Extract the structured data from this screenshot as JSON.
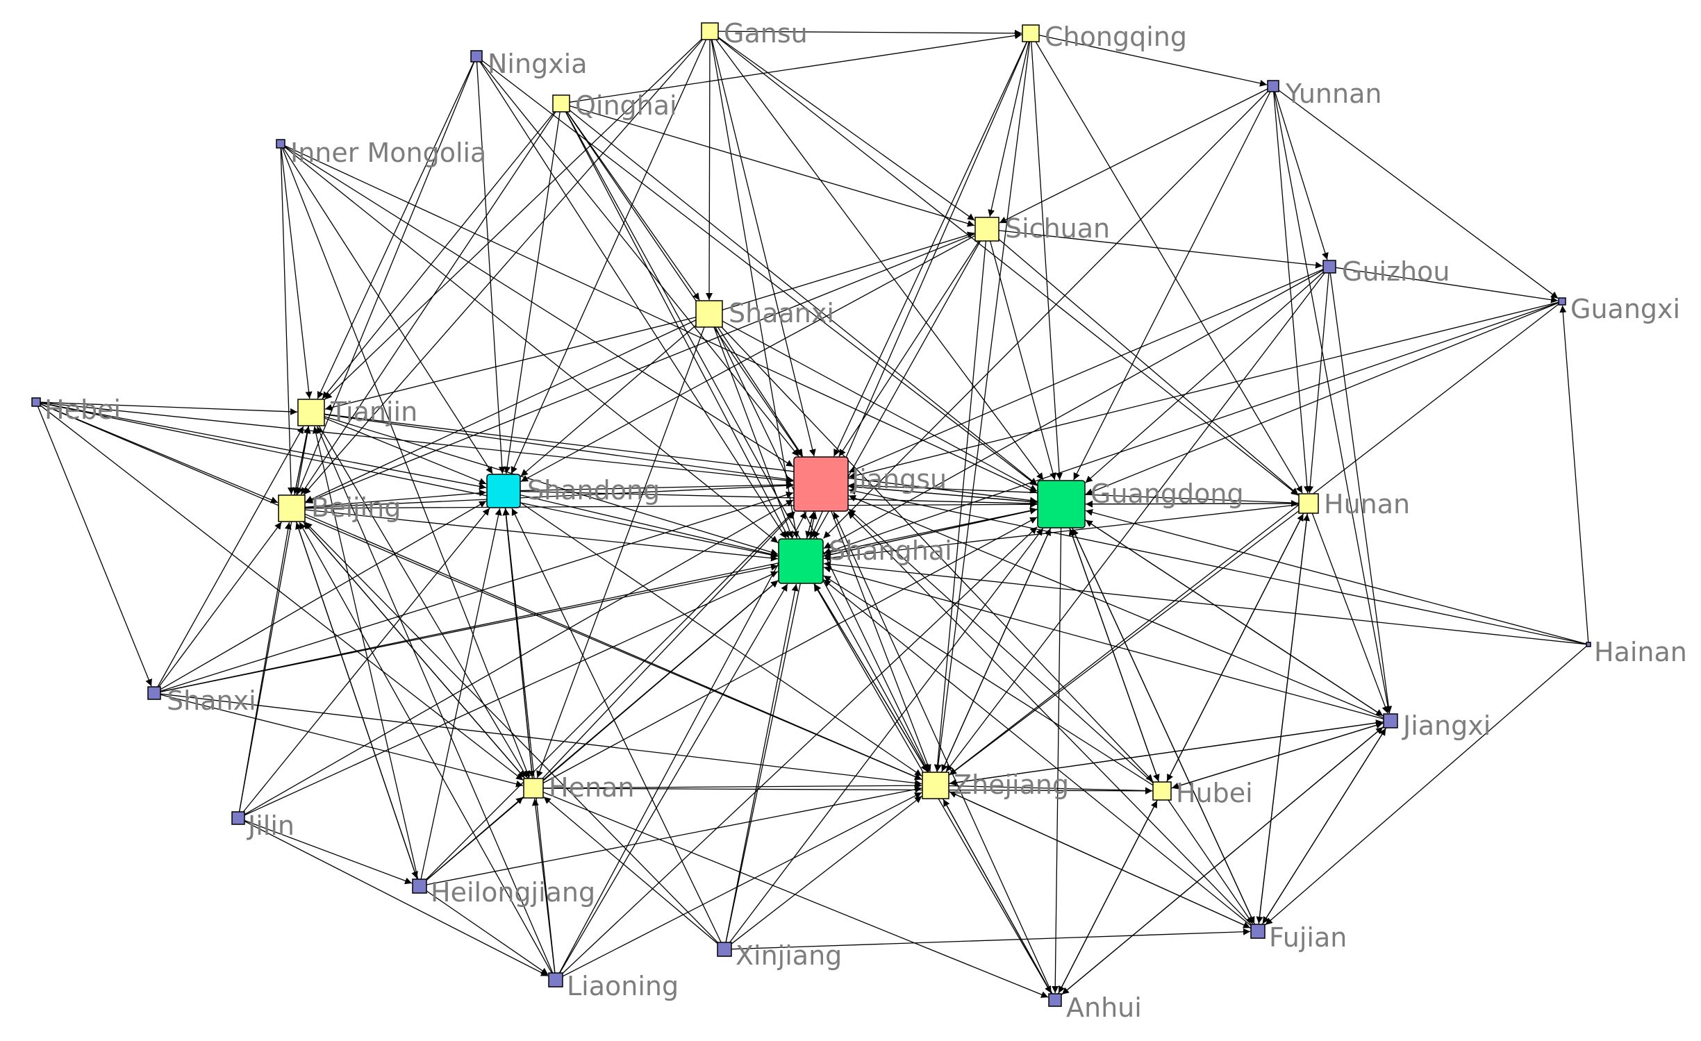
{
  "network": {
    "colors": {
      "edge": "#000000",
      "label": "#7d7d7d",
      "default_node": "#7b7bc8",
      "high": "#ff8080",
      "mid_high": "#00e676",
      "mid": "#00e5ee",
      "low": "#ffff99"
    },
    "nodes": [
      {
        "id": "jiangsu",
        "label": "Jiangsu",
        "tier": "high"
      },
      {
        "id": "guangdong",
        "label": "Guangdong",
        "tier": "mid_high"
      },
      {
        "id": "shanghai",
        "label": "Shanghai",
        "tier": "mid_high"
      },
      {
        "id": "shandong",
        "label": "Shandong",
        "tier": "mid"
      },
      {
        "id": "tianjin",
        "label": "Tianjin",
        "tier": "low"
      },
      {
        "id": "beijing",
        "label": "Beijing",
        "tier": "low"
      },
      {
        "id": "zhejiang",
        "label": "Zhejiang",
        "tier": "low"
      },
      {
        "id": "shaanxi",
        "label": "Shaanxi",
        "tier": "low"
      },
      {
        "id": "sichuan",
        "label": "Sichuan",
        "tier": "low"
      },
      {
        "id": "gansu",
        "label": "Gansu",
        "tier": "low"
      },
      {
        "id": "chongqing",
        "label": "Chongqing",
        "tier": "low"
      },
      {
        "id": "qinghai",
        "label": "Qinghai",
        "tier": "low"
      },
      {
        "id": "hunan",
        "label": "Hunan",
        "tier": "low"
      },
      {
        "id": "henan",
        "label": "Henan",
        "tier": "low"
      },
      {
        "id": "hubei",
        "label": "Hubei",
        "tier": "low"
      },
      {
        "id": "ningxia",
        "label": "Ningxia",
        "tier": "default"
      },
      {
        "id": "yunnan",
        "label": "Yunnan",
        "tier": "default"
      },
      {
        "id": "innermongolia",
        "label": "Inner Mongolia",
        "tier": "default"
      },
      {
        "id": "guizhou",
        "label": "Guizhou",
        "tier": "default"
      },
      {
        "id": "guangxi",
        "label": "Guangxi",
        "tier": "default"
      },
      {
        "id": "hebei",
        "label": "Hebei",
        "tier": "default"
      },
      {
        "id": "hainan",
        "label": "Hainan",
        "tier": "default"
      },
      {
        "id": "shanxi",
        "label": "Shanxi",
        "tier": "default"
      },
      {
        "id": "jiangxi",
        "label": "Jiangxi",
        "tier": "default"
      },
      {
        "id": "jilin",
        "label": "Jilin",
        "tier": "default"
      },
      {
        "id": "heilongjiang",
        "label": "Heilongjiang",
        "tier": "default"
      },
      {
        "id": "liaoning",
        "label": "Liaoning",
        "tier": "default"
      },
      {
        "id": "xinjiang",
        "label": "Xinjiang",
        "tier": "default"
      },
      {
        "id": "fujian",
        "label": "Fujian",
        "tier": "default"
      },
      {
        "id": "anhui",
        "label": "Anhui",
        "tier": "default"
      }
    ],
    "edges": [
      [
        "ningxia",
        "tianjin"
      ],
      [
        "ningxia",
        "beijing"
      ],
      [
        "ningxia",
        "shandong"
      ],
      [
        "ningxia",
        "jiangsu"
      ],
      [
        "ningxia",
        "shanghai"
      ],
      [
        "ningxia",
        "guangdong"
      ],
      [
        "qinghai",
        "tianjin"
      ],
      [
        "qinghai",
        "beijing"
      ],
      [
        "qinghai",
        "shandong"
      ],
      [
        "qinghai",
        "shaanxi"
      ],
      [
        "qinghai",
        "jiangsu"
      ],
      [
        "qinghai",
        "shanghai"
      ],
      [
        "qinghai",
        "guangdong"
      ],
      [
        "qinghai",
        "sichuan"
      ],
      [
        "qinghai",
        "zhejiang"
      ],
      [
        "gansu",
        "chongqing"
      ],
      [
        "gansu",
        "shaanxi"
      ],
      [
        "gansu",
        "shandong"
      ],
      [
        "gansu",
        "jiangsu"
      ],
      [
        "gansu",
        "shanghai"
      ],
      [
        "gansu",
        "guangdong"
      ],
      [
        "gansu",
        "sichuan"
      ],
      [
        "gansu",
        "tianjin"
      ],
      [
        "gansu",
        "beijing"
      ],
      [
        "gansu",
        "hunan"
      ],
      [
        "chongqing",
        "sichuan"
      ],
      [
        "chongqing",
        "jiangsu"
      ],
      [
        "chongqing",
        "shanghai"
      ],
      [
        "chongqing",
        "guangdong"
      ],
      [
        "chongqing",
        "hunan"
      ],
      [
        "chongqing",
        "zhejiang"
      ],
      [
        "chongqing",
        "yunnan"
      ],
      [
        "qinghai",
        "chongqing"
      ],
      [
        "yunnan",
        "sichuan"
      ],
      [
        "yunnan",
        "guizhou"
      ],
      [
        "yunnan",
        "guangdong"
      ],
      [
        "yunnan",
        "shanghai"
      ],
      [
        "yunnan",
        "hunan"
      ],
      [
        "yunnan",
        "guangxi"
      ],
      [
        "yunnan",
        "jiangxi"
      ],
      [
        "innermongolia",
        "tianjin"
      ],
      [
        "innermongolia",
        "beijing"
      ],
      [
        "innermongolia",
        "shandong"
      ],
      [
        "innermongolia",
        "jiangsu"
      ],
      [
        "innermongolia",
        "shanghai"
      ],
      [
        "innermongolia",
        "henan"
      ],
      [
        "innermongolia",
        "guangdong"
      ],
      [
        "sichuan",
        "jiangsu"
      ],
      [
        "sichuan",
        "shanghai"
      ],
      [
        "sichuan",
        "guangdong"
      ],
      [
        "sichuan",
        "zhejiang"
      ],
      [
        "sichuan",
        "hunan"
      ],
      [
        "sichuan",
        "guizhou"
      ],
      [
        "sichuan",
        "shandong"
      ],
      [
        "sichuan",
        "beijing"
      ],
      [
        "guizhou",
        "guangdong"
      ],
      [
        "guizhou",
        "shanghai"
      ],
      [
        "guizhou",
        "jiangsu"
      ],
      [
        "guizhou",
        "hunan"
      ],
      [
        "guizhou",
        "guangxi"
      ],
      [
        "guizhou",
        "zhejiang"
      ],
      [
        "guizhou",
        "jiangxi"
      ],
      [
        "shaanxi",
        "jiangsu"
      ],
      [
        "shaanxi",
        "shanghai"
      ],
      [
        "shaanxi",
        "guangdong"
      ],
      [
        "shaanxi",
        "zhejiang"
      ],
      [
        "shaanxi",
        "beijing"
      ],
      [
        "shaanxi",
        "tianjin"
      ],
      [
        "shaanxi",
        "shandong"
      ],
      [
        "shaanxi",
        "henan"
      ],
      [
        "shaanxi",
        "hubei"
      ],
      [
        "shaanxi",
        "sichuan"
      ],
      [
        "hebei",
        "tianjin"
      ],
      [
        "hebei",
        "beijing"
      ],
      [
        "hebei",
        "shandong"
      ],
      [
        "hebei",
        "jiangsu"
      ],
      [
        "hebei",
        "shanxi"
      ],
      [
        "hebei",
        "shanghai"
      ],
      [
        "hebei",
        "henan"
      ],
      [
        "hebei",
        "zhejiang"
      ],
      [
        "tianjin",
        "jiangsu"
      ],
      [
        "tianjin",
        "shanghai"
      ],
      [
        "tianjin",
        "shandong"
      ],
      [
        "tianjin",
        "beijing"
      ],
      [
        "tianjin",
        "guangdong"
      ],
      [
        "tianjin",
        "henan"
      ],
      [
        "beijing",
        "tianjin"
      ],
      [
        "beijing",
        "shandong"
      ],
      [
        "beijing",
        "jiangsu"
      ],
      [
        "beijing",
        "shanghai"
      ],
      [
        "beijing",
        "guangdong"
      ],
      [
        "beijing",
        "henan"
      ],
      [
        "beijing",
        "heilongjiang"
      ],
      [
        "beijing",
        "zhejiang"
      ],
      [
        "shandong",
        "jiangsu"
      ],
      [
        "shandong",
        "shanghai"
      ],
      [
        "shandong",
        "guangdong"
      ],
      [
        "shandong",
        "henan"
      ],
      [
        "shandong",
        "zhejiang"
      ],
      [
        "jiangsu",
        "shanghai"
      ],
      [
        "jiangsu",
        "guangdong"
      ],
      [
        "jiangsu",
        "zhejiang"
      ],
      [
        "guangdong",
        "jiangsu"
      ],
      [
        "shanghai",
        "jiangsu"
      ],
      [
        "shanghai",
        "guangdong"
      ],
      [
        "guangdong",
        "shanghai"
      ],
      [
        "shanghai",
        "zhejiang"
      ],
      [
        "zhejiang",
        "shanghai"
      ],
      [
        "guangdong",
        "hunan"
      ],
      [
        "guangdong",
        "zhejiang"
      ],
      [
        "guangdong",
        "hubei"
      ],
      [
        "guangdong",
        "fujian"
      ],
      [
        "guangdong",
        "anhui"
      ],
      [
        "guangdong",
        "jiangxi"
      ],
      [
        "guangxi",
        "guangdong"
      ],
      [
        "guangxi",
        "shanghai"
      ],
      [
        "guangxi",
        "jiangsu"
      ],
      [
        "guangxi",
        "zhejiang"
      ],
      [
        "hunan",
        "guangdong"
      ],
      [
        "hunan",
        "shanghai"
      ],
      [
        "hunan",
        "jiangsu"
      ],
      [
        "hunan",
        "hubei"
      ],
      [
        "hunan",
        "zhejiang"
      ],
      [
        "hunan",
        "fujian"
      ],
      [
        "hunan",
        "jiangxi"
      ],
      [
        "hainan",
        "guangdong"
      ],
      [
        "hainan",
        "shanghai"
      ],
      [
        "hainan",
        "guangxi"
      ],
      [
        "hainan",
        "jiangsu"
      ],
      [
        "hainan",
        "fujian"
      ],
      [
        "jiangxi",
        "guangdong"
      ],
      [
        "jiangxi",
        "shanghai"
      ],
      [
        "jiangxi",
        "jiangsu"
      ],
      [
        "jiangxi",
        "zhejiang"
      ],
      [
        "jiangxi",
        "hubei"
      ],
      [
        "jiangxi",
        "fujian"
      ],
      [
        "jiangxi",
        "anhui"
      ],
      [
        "shanxi",
        "beijing"
      ],
      [
        "shanxi",
        "tianjin"
      ],
      [
        "shanxi",
        "shandong"
      ],
      [
        "shanxi",
        "jiangsu"
      ],
      [
        "shanxi",
        "shanghai"
      ],
      [
        "shanxi",
        "henan"
      ],
      [
        "shanxi",
        "guangdong"
      ],
      [
        "shanxi",
        "zhejiang"
      ],
      [
        "henan",
        "jiangsu"
      ],
      [
        "henan",
        "shanghai"
      ],
      [
        "henan",
        "guangdong"
      ],
      [
        "henan",
        "zhejiang"
      ],
      [
        "henan",
        "beijing"
      ],
      [
        "henan",
        "shandong"
      ],
      [
        "henan",
        "anhui"
      ],
      [
        "henan",
        "hubei"
      ],
      [
        "jilin",
        "beijing"
      ],
      [
        "jilin",
        "tianjin"
      ],
      [
        "jilin",
        "heilongjiang"
      ],
      [
        "jilin",
        "liaoning"
      ],
      [
        "jilin",
        "shanghai"
      ],
      [
        "jilin",
        "jiangsu"
      ],
      [
        "jilin",
        "shandong"
      ],
      [
        "heilongjiang",
        "beijing"
      ],
      [
        "heilongjiang",
        "tianjin"
      ],
      [
        "heilongjiang",
        "shanghai"
      ],
      [
        "heilongjiang",
        "jiangsu"
      ],
      [
        "heilongjiang",
        "shandong"
      ],
      [
        "heilongjiang",
        "zhejiang"
      ],
      [
        "heilongjiang",
        "liaoning"
      ],
      [
        "heilongjiang",
        "henan"
      ],
      [
        "liaoning",
        "beijing"
      ],
      [
        "liaoning",
        "tianjin"
      ],
      [
        "liaoning",
        "shanghai"
      ],
      [
        "liaoning",
        "jiangsu"
      ],
      [
        "liaoning",
        "guangdong"
      ],
      [
        "liaoning",
        "shandong"
      ],
      [
        "liaoning",
        "henan"
      ],
      [
        "liaoning",
        "zhejiang"
      ],
      [
        "xinjiang",
        "jiangsu"
      ],
      [
        "xinjiang",
        "shanghai"
      ],
      [
        "xinjiang",
        "guangdong"
      ],
      [
        "xinjiang",
        "zhejiang"
      ],
      [
        "xinjiang",
        "fujian"
      ],
      [
        "xinjiang",
        "shandong"
      ],
      [
        "xinjiang",
        "henan"
      ],
      [
        "xinjiang",
        "beijing"
      ],
      [
        "zhejiang",
        "hubei"
      ],
      [
        "zhejiang",
        "anhui"
      ],
      [
        "zhejiang",
        "fujian"
      ],
      [
        "zhejiang",
        "jiangxi"
      ],
      [
        "zhejiang",
        "guangdong"
      ],
      [
        "hubei",
        "guangdong"
      ],
      [
        "hubei",
        "shanghai"
      ],
      [
        "hubei",
        "jiangsu"
      ],
      [
        "hubei",
        "fujian"
      ],
      [
        "hubei",
        "anhui"
      ],
      [
        "hubei",
        "jiangxi"
      ],
      [
        "hubei",
        "hunan"
      ],
      [
        "fujian",
        "guangdong"
      ],
      [
        "fujian",
        "shanghai"
      ],
      [
        "fujian",
        "jiangsu"
      ],
      [
        "fujian",
        "zhejiang"
      ],
      [
        "fujian",
        "jiangxi"
      ],
      [
        "fujian",
        "hunan"
      ],
      [
        "anhui",
        "jiangsu"
      ],
      [
        "anhui",
        "shanghai"
      ],
      [
        "anhui",
        "zhejiang"
      ],
      [
        "anhui",
        "hubei"
      ],
      [
        "anhui",
        "jiangxi"
      ]
    ]
  }
}
